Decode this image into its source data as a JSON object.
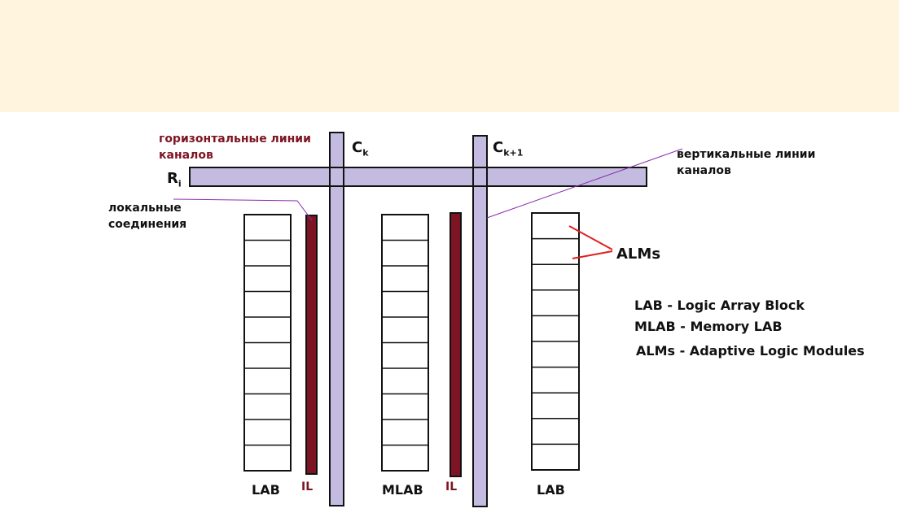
{
  "colors": {
    "top_band": "#fff4dd",
    "channel_fill": "#c4bce0",
    "outline": "#111111",
    "interconnect": "#7d1424",
    "leader_line": "#8a2fae",
    "alms_arrow": "#e02020",
    "dark_red_text": "#7d1424"
  },
  "labels": {
    "horizontal_channels": "горизонтальные линии\nканалов",
    "vertical_channels": "вертикальные линии\nканалов",
    "local_connections": "локальные\nсоединения",
    "row": "R",
    "row_sub": "i",
    "col_k": "C",
    "col_k_sub": "k",
    "col_k1": "C",
    "col_k1_sub": "k+1",
    "alms": "ALMs",
    "lab_left": "LAB",
    "il_left": "IL",
    "mlab": "MLAB",
    "il_right": "IL",
    "lab_right": "LAB"
  },
  "legend": [
    "LAB - Logic Array Block",
    "MLAB - Memory LAB",
    "ALMs - Adaptive Logic Modules"
  ],
  "icons": {
    "alms_pointer": "double-arrow-icon"
  }
}
